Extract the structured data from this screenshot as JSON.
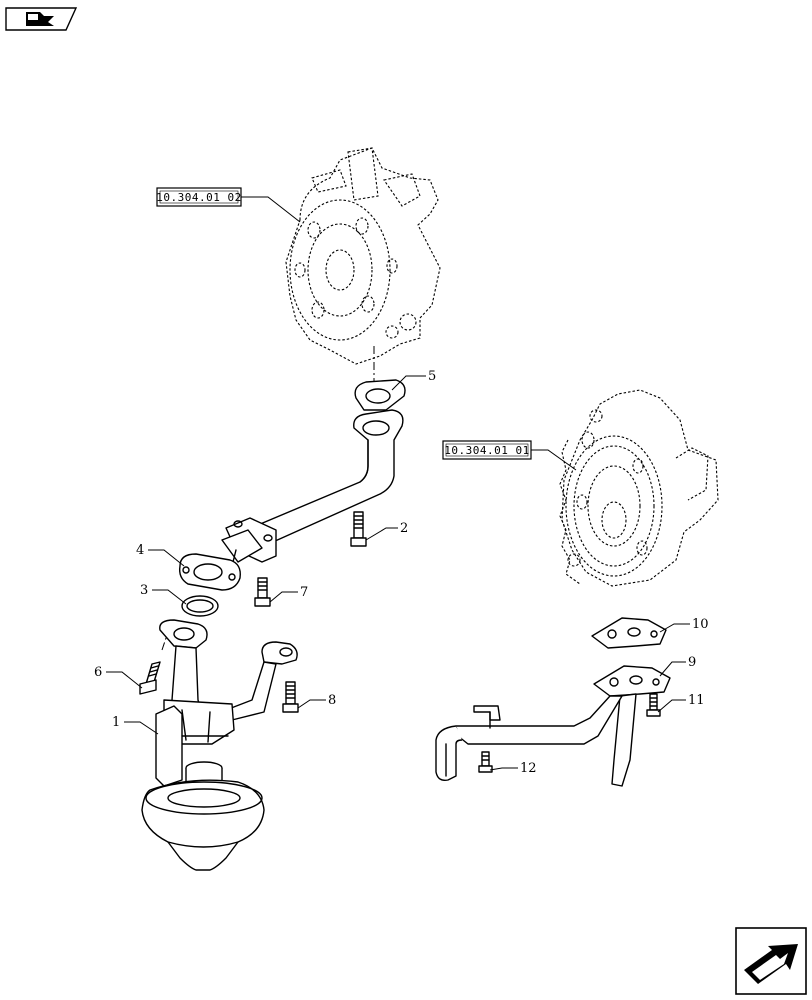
{
  "references": {
    "ref_top": "10.304.01 02",
    "ref_right": "10.304.01 01"
  },
  "callouts": {
    "c1": "1",
    "c2": "2",
    "c3": "3",
    "c4": "4",
    "c5": "5",
    "c6": "6",
    "c7": "7",
    "c8": "8",
    "c9": "9",
    "c10": "10",
    "c11": "11",
    "c12": "12"
  },
  "icons": {
    "top_left": "book-arrow-icon",
    "bottom_right": "next-page-arrow-icon"
  }
}
